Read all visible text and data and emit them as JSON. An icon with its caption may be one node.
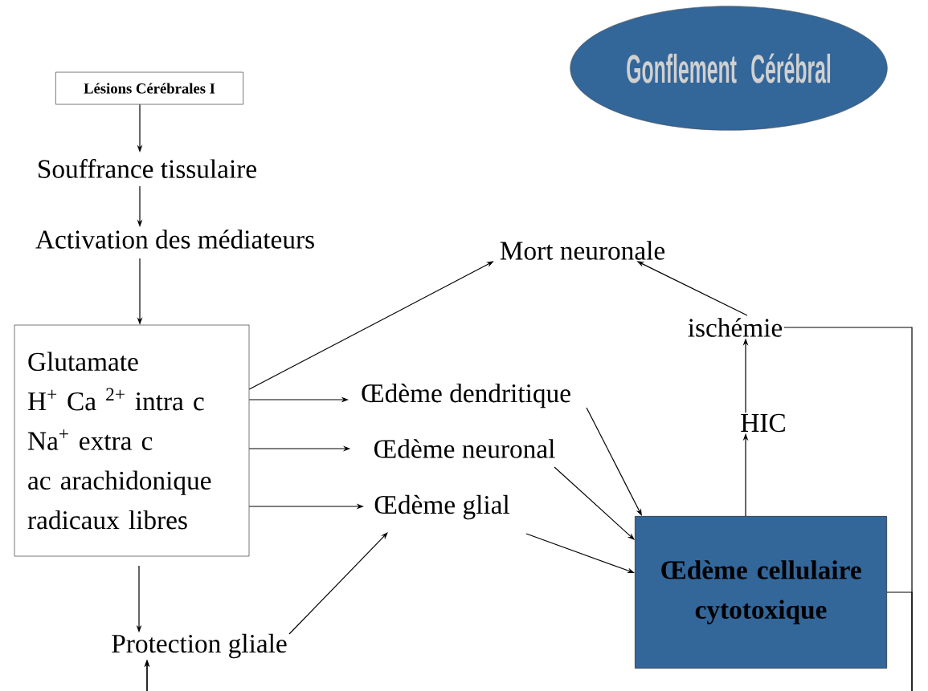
{
  "diagram": {
    "nodes": [
      {
        "text": [
          "Gonflement Cérébral"
        ]
      },
      {
        "text": [
          "Lésions Cérébrales I"
        ]
      },
      {
        "text": [
          "Souffrance tissulaire"
        ]
      },
      {
        "text": [
          "Activation des médiateurs"
        ]
      },
      {
        "text": [
          "Glutamate",
          "H$^{+}$ Ca $^{2+}$ intra c",
          "Na$^{+}$ extra c",
          "ac arachidonique",
          "radicaux libres"
        ]
      },
      {
        "text": [
          "Mort neuronale"
        ]
      },
      {
        "text": [
          "Œdème dendritique"
        ]
      },
      {
        "text": [
          "Œdème neuronal"
        ]
      },
      {
        "text": [
          "Œdème glial"
        ]
      },
      {
        "text": [
          "Protection gliale"
        ]
      },
      {
        "text": [
          "ischémie"
        ]
      },
      {
        "text": [
          "HIC"
        ]
      },
      {
        "text": [
          "Œdème cellulaire cytotoxique"
        ]
      }
    ],
    "edges": [
      {
        "from": 1,
        "to": 2,
        "arrow": "to"
      },
      {
        "from": 2,
        "to": 3,
        "arrow": "to"
      },
      {
        "from": 3,
        "to": 4,
        "arrow": "to"
      },
      {
        "from": 4,
        "to": 5,
        "arrow": "to"
      },
      {
        "from": 4,
        "to": 6,
        "arrow": "to"
      },
      {
        "from": 4,
        "to": 7,
        "arrow": "to"
      },
      {
        "from": 4,
        "to": 8,
        "arrow": "to"
      },
      {
        "from": 4,
        "to": 9,
        "arrow": "to"
      },
      {
        "from": 9,
        "to": 8,
        "arrow": "to"
      },
      {
        "from": 6,
        "to": 12,
        "arrow": "to"
      },
      {
        "from": 7,
        "to": 12,
        "arrow": "to"
      },
      {
        "from": 8,
        "to": 12,
        "arrow": "to"
      },
      {
        "from": 12,
        "to": 11,
        "arrow": "to"
      },
      {
        "from": 11,
        "to": 10,
        "arrow": "to"
      },
      {
        "from": 10,
        "to": 5,
        "arrow": "to"
      },
      {
        "from": 10,
        "to": 9,
        "arrow": "to"
      },
      {
        "from": 12,
        "to": 9,
        "arrow": "to"
      }
    ]
  }
}
